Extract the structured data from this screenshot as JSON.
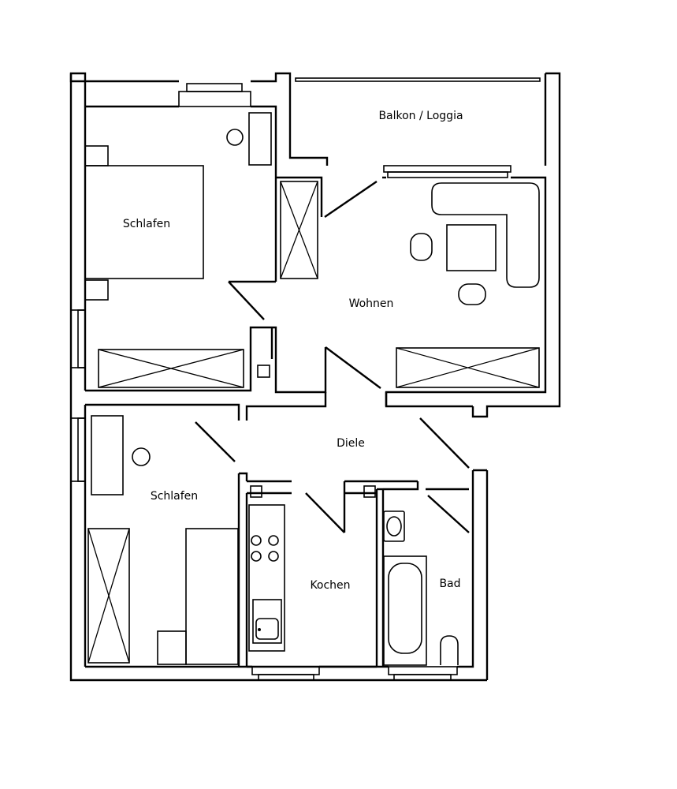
{
  "floorplan": {
    "rooms": {
      "balkon": "Balkon / Loggia",
      "schlafen_top": "Schlafen",
      "wohnen": "Wohnen",
      "diele": "Diele",
      "schlafen_bottom": "Schlafen",
      "kochen": "Kochen",
      "bad": "Bad"
    },
    "colors": {
      "line": "#000000",
      "background": "#ffffff"
    }
  }
}
